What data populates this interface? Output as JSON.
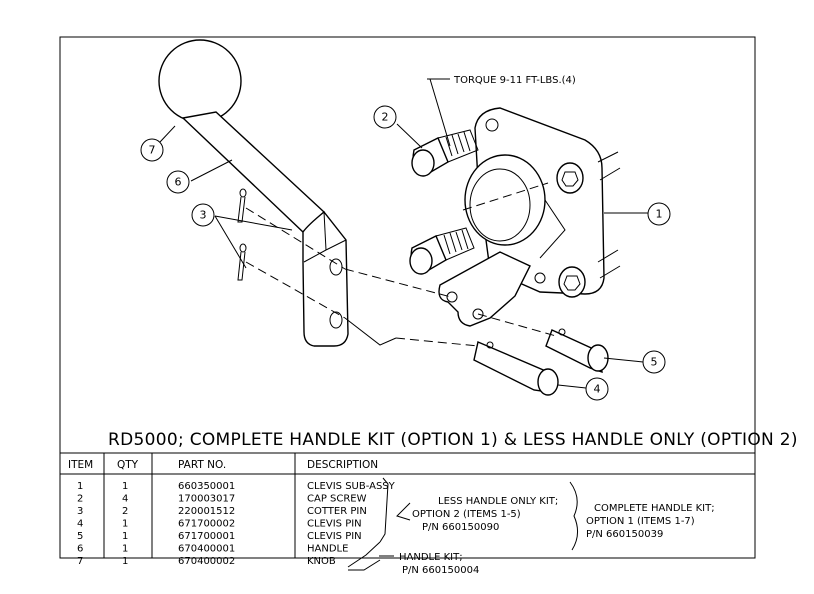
{
  "title": "RD5000; COMPLETE HANDLE KIT (OPTION 1) & LESS HANDLE ONLY (OPTION 2)",
  "torque_note": "TORQUE 9-11 FT-LBS.(4)",
  "callouts": [
    "1",
    "2",
    "3",
    "4",
    "5",
    "6",
    "7"
  ],
  "table": {
    "headers": [
      "ITEM",
      "QTY",
      "PART NO.",
      "DESCRIPTION"
    ],
    "rows": [
      {
        "item": "1",
        "qty": "1",
        "part_no": "660350001",
        "description": "CLEVIS SUB-ASSY"
      },
      {
        "item": "2",
        "qty": "4",
        "part_no": "170003017",
        "description": "CAP SCREW"
      },
      {
        "item": "3",
        "qty": "2",
        "part_no": "220001512",
        "description": "COTTER PIN"
      },
      {
        "item": "4",
        "qty": "1",
        "part_no": "671700002",
        "description": "CLEVIS PIN"
      },
      {
        "item": "5",
        "qty": "1",
        "part_no": "671700001",
        "description": "CLEVIS PIN"
      },
      {
        "item": "6",
        "qty": "1",
        "part_no": "670400001",
        "description": "HANDLE"
      },
      {
        "item": "7",
        "qty": "1",
        "part_no": "670400002",
        "description": "KNOB"
      }
    ]
  },
  "groups": {
    "less_handle": [
      "LESS HANDLE ONLY KIT;",
      "OPTION 2 (ITEMS 1-5)",
      "P/N 660150090"
    ],
    "complete": [
      "COMPLETE HANDLE KIT;",
      "OPTION 1 (ITEMS 1-7)",
      "P/N 660150039"
    ],
    "handle_kit": [
      "HANDLE KIT;",
      "P/N 660150004"
    ]
  }
}
